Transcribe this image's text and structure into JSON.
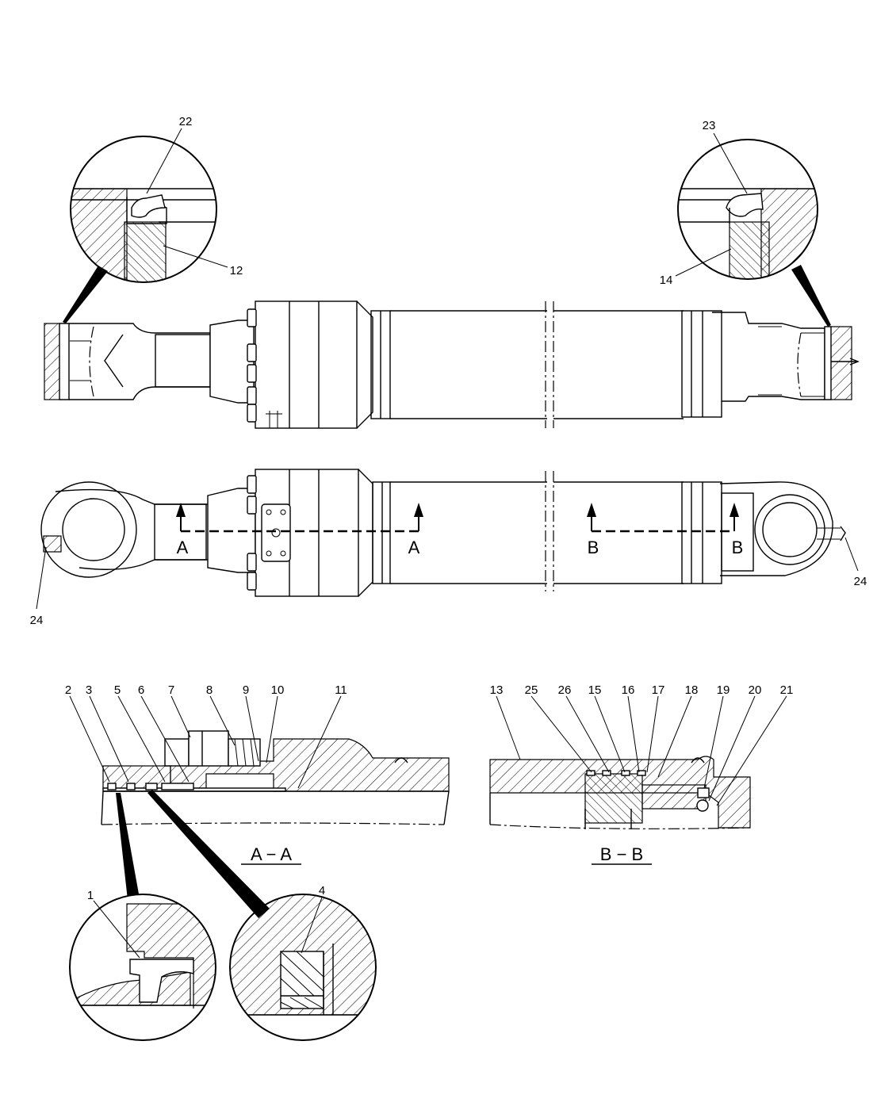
{
  "part_labels": {
    "p1": "1",
    "p2": "2",
    "p3": "3",
    "p4": "4",
    "p5": "5",
    "p6": "6",
    "p7": "7",
    "p8": "8",
    "p9": "9",
    "p10": "10",
    "p11": "11",
    "p12": "12",
    "p13": "13",
    "p14": "14",
    "p15": "15",
    "p16": "16",
    "p17": "17",
    "p18": "18",
    "p19": "19",
    "p20": "20",
    "p21": "21",
    "p22": "22",
    "p23": "23",
    "p24a": "24",
    "p24b": "24",
    "p25": "25",
    "p26": "26"
  },
  "section_markers": {
    "a_left": "A",
    "a_right": "A",
    "b_left": "B",
    "b_right": "B"
  },
  "section_titles": {
    "aa": "A − A",
    "bb": "B − B"
  }
}
